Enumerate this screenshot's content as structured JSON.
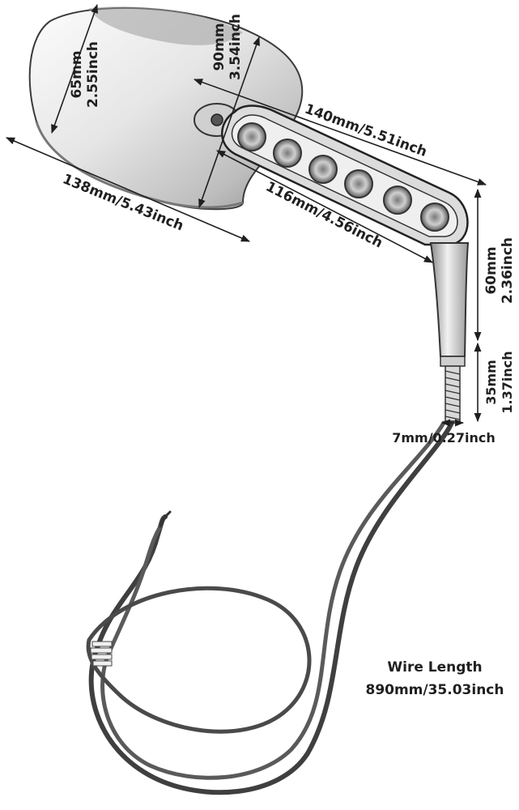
{
  "diagram": {
    "dimensions": {
      "mirror_height": {
        "mm": "65mm",
        "inch": "2.55inch"
      },
      "mirror_diagonal": {
        "mm": "90mm",
        "inch": "3.54inch"
      },
      "mirror_width": {
        "text": "138mm/5.43inch"
      },
      "overall_length": {
        "text": "140mm/5.51inch"
      },
      "light_bar_length": {
        "text": "116mm/4.56inch"
      },
      "stem_height": {
        "mm": "60mm",
        "inch": "2.36inch"
      },
      "bolt_length": {
        "mm": "35mm",
        "inch": "1.37inch"
      },
      "bolt_diameter": {
        "text": "7mm/0.27inch"
      }
    },
    "wire": {
      "title": "Wire Length",
      "length": "890mm/35.03inch"
    },
    "led_count": 6,
    "colors": {
      "line": "#1f1f1f",
      "metal_light": "#f4f4f4",
      "metal_dark": "#9a9a9a",
      "wire": "#4a4a4a"
    }
  }
}
